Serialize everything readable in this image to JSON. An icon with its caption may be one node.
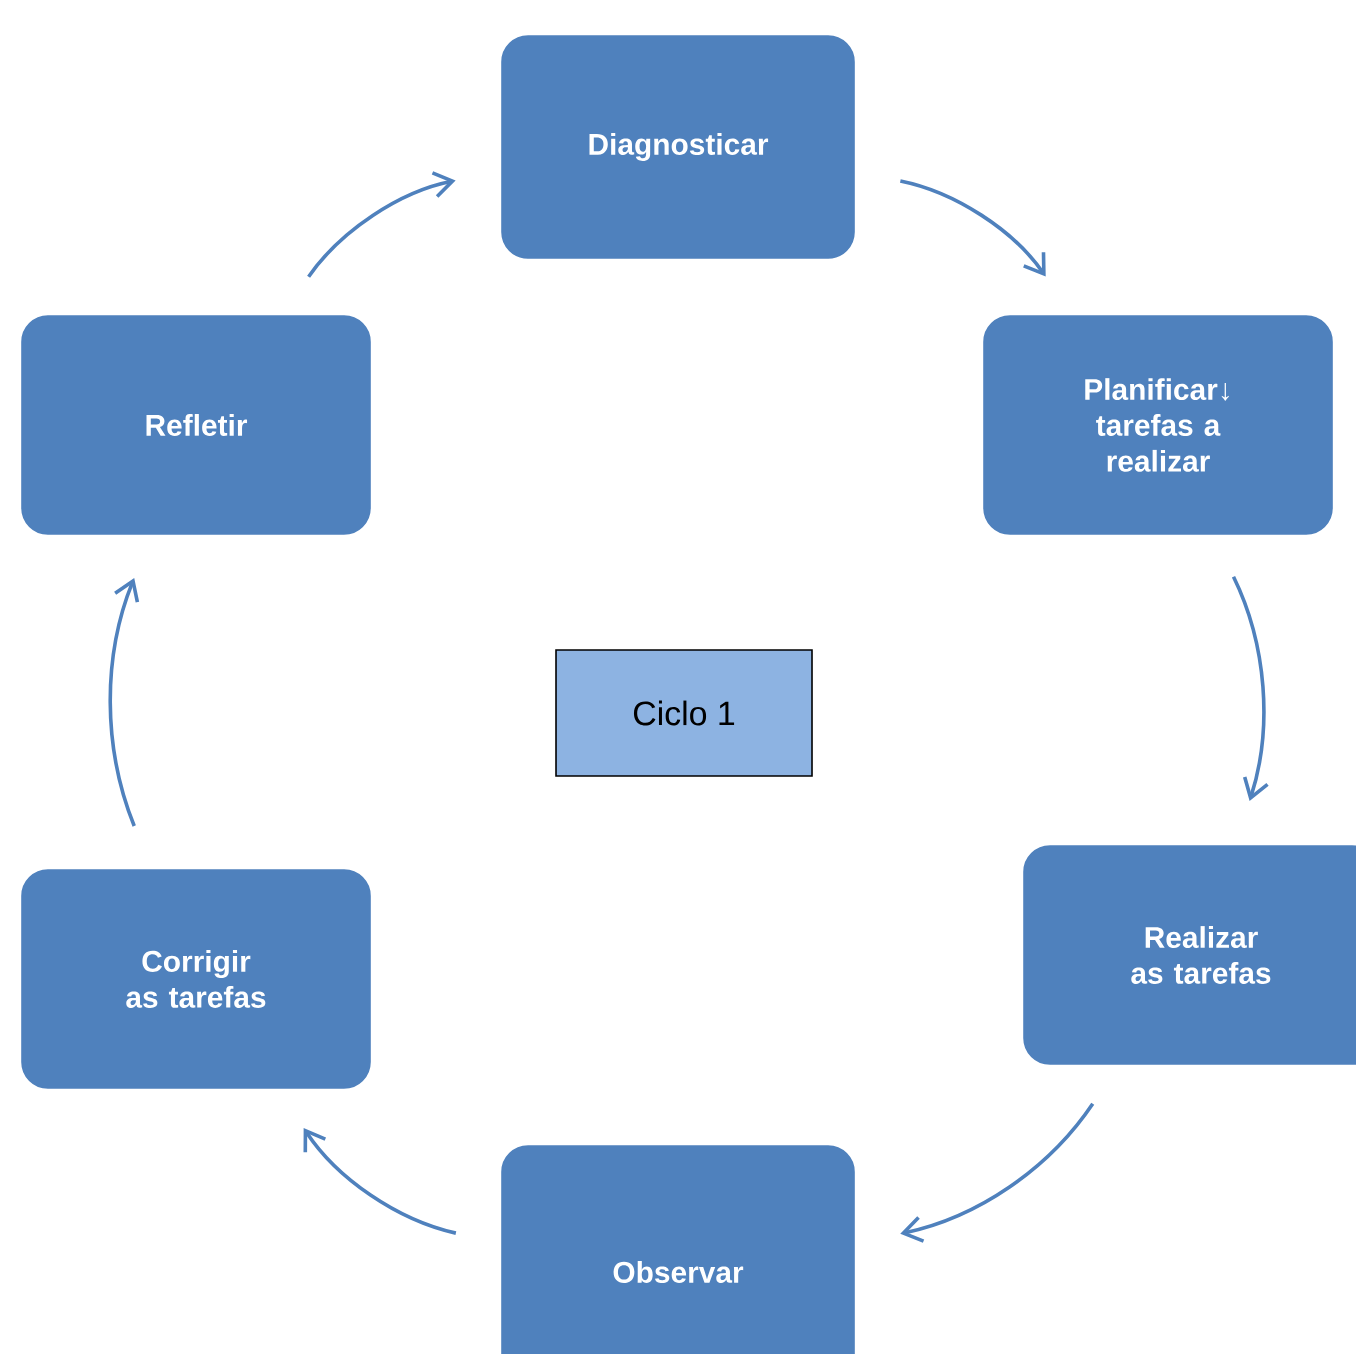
{
  "diagram": {
    "nodes": [
      {
        "text": [
          "Diagnosticar"
        ]
      },
      {
        "text": [
          "Planificar↓ tarefas a realizar"
        ]
      },
      {
        "text": [
          "Realizar as tarefas"
        ]
      },
      {
        "text": [
          "Observar"
        ]
      },
      {
        "text": [
          "Corrigir as tarefas"
        ]
      },
      {
        "text": [
          "Refletir"
        ]
      },
      {
        "text": [
          "Ciclo 1"
        ]
      }
    ],
    "edges": [
      {
        "from": 0,
        "to": 1,
        "arrow": "to"
      },
      {
        "from": 1,
        "to": 2,
        "arrow": "to"
      },
      {
        "from": 2,
        "to": 3,
        "arrow": "to"
      },
      {
        "from": 3,
        "to": 4,
        "arrow": "to"
      },
      {
        "from": 4,
        "to": 5,
        "arrow": "to"
      },
      {
        "from": 5,
        "to": 0,
        "arrow": "to"
      }
    ]
  }
}
